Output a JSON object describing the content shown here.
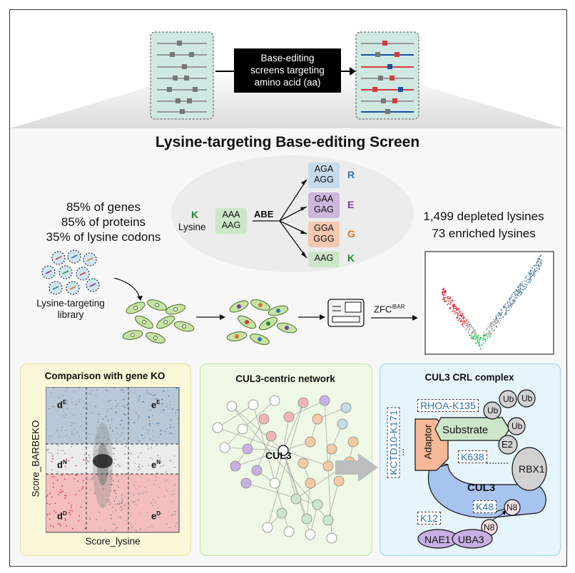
{
  "top": {
    "box_text": [
      "Base-editing",
      "screens targeting",
      "amino acid (aa)"
    ]
  },
  "title": "Lysine-targeting Base-editing Screen",
  "stats": [
    "85% of genes",
    "85% of proteins",
    "35% of lysine codons"
  ],
  "codon_diagram": {
    "aa_letter": "K",
    "aa_name": "Lysine",
    "codons": [
      "AAA",
      "AAG"
    ],
    "editor": "ABE",
    "products": [
      {
        "codons": [
          "AGA",
          "AGG"
        ],
        "aa": "R",
        "color": "#2f73b0",
        "fill": "#c7dbea"
      },
      {
        "codons": [
          "GAA",
          "GAG"
        ],
        "aa": "E",
        "color": "#7a3b9a",
        "fill": "#cdb7dc"
      },
      {
        "codons": [
          "GGA",
          "GGG"
        ],
        "aa": "G",
        "color": "#d9742a",
        "fill": "#f5c9b1"
      },
      {
        "codons": [
          "AAG"
        ],
        "aa": "K",
        "color": "#1f8a3a",
        "fill": "#cde6c9"
      }
    ]
  },
  "library_label": [
    "Lysine-targeting",
    "library"
  ],
  "zfc_label": "ZFC",
  "zfc_sup": "iBAR",
  "lysines": [
    "1,499 depleted lysines",
    "73 enriched lysines"
  ],
  "panel1": {
    "title": "Comparison with gene KO",
    "quadrants": [
      "d",
      "E",
      "e",
      "E",
      "d",
      "N",
      "e",
      "N",
      "d",
      "D",
      "e",
      "D"
    ],
    "xlabel": "Score_lysine",
    "ylabel": "Score_BARBEKO"
  },
  "panel2": {
    "title": "CUL3-centric network",
    "center": "CUL3"
  },
  "panel3": {
    "title": "CUL3 CRL complex",
    "labels": {
      "rhoa": "RHOA-K135",
      "kctd": "KCTD10-K171",
      "k638": "K638",
      "k48": "K48",
      "k12": "K12",
      "substrate": "Substrate",
      "adaptor": "Adaptor",
      "cul3": "CUL3",
      "rbx1": "RBX1",
      "e2": "E2",
      "ub": "Ub",
      "n8": "N8",
      "nae1": "NAE1",
      "uba3": "UBA3",
      "ellipsis": "..."
    }
  }
}
